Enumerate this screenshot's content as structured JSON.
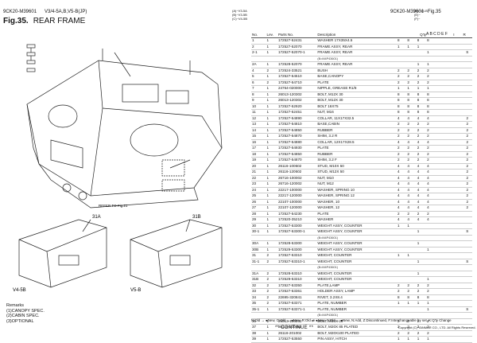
{
  "header": {
    "code_left": "9CK20-M39601",
    "models": "V3/4-5A,B,V5-B(JP)",
    "fig_no": "Fig.35.",
    "fig_title": "REAR FRAME",
    "code_right": "9CK20-M39601",
    "fig_right": "Fig.35",
    "legend_left": [
      "(A)~V3-5A",
      "(B)~V3-5B",
      "(C)~V4-5B"
    ],
    "legend_right": [
      "(D)~V5-B",
      "(E)~",
      "(F)~"
    ]
  },
  "illustration": {
    "labels": [
      "V4-5B",
      "V5-B",
      "31A",
      "31B",
      "REFER TO Fig.21"
    ]
  },
  "remarks": {
    "title": "Remarks",
    "lines": [
      "(1)CANOPY SPEC.",
      "(2)CABIN SPEC.",
      "(3)OPTIONAL"
    ]
  },
  "table": {
    "headers": [
      "No.",
      "Lev.",
      "Parts No.",
      "Description",
      "Q'ty",
      "I",
      "R"
    ],
    "qty_cols": "A B C D E F",
    "rows": [
      {
        "no": "1",
        "lev": "1",
        "pn": "172527-52431",
        "desc": "WASHER 17X35X4.5",
        "q": [
          "8",
          "8",
          "8",
          "8",
          "",
          ""
        ],
        "r": ""
      },
      {
        "no": "2",
        "lev": "1",
        "pn": "172527-52070",
        "desc": "FRAME ASSY, REAR",
        "q": [
          "1",
          "1",
          "1",
          "",
          "",
          ""
        ],
        "r": ""
      },
      {
        "no": "2-1",
        "lev": "1",
        "pn": "172527-52070-1",
        "desc": "FRAME ASSY, REAR",
        "q": [
          "",
          "",
          "",
          "1",
          "",
          ""
        ],
        "r": "S"
      },
      {
        "no": "",
        "lev": "",
        "pn": "",
        "desc": "(B=M4P43601)",
        "q": [
          "",
          "",
          "",
          "",
          "",
          ""
        ],
        "r": "",
        "note": true
      },
      {
        "no": "2A",
        "lev": "1",
        "pn": "172528-52070",
        "desc": "FRAME ASSY, REAR",
        "q": [
          "",
          "",
          "1",
          "1",
          "",
          ""
        ],
        "r": ""
      },
      {
        "no": "4",
        "lev": "2",
        "pn": "172524-33521",
        "desc": "BUSH",
        "q": [
          "2",
          "2",
          "2",
          "2",
          "",
          ""
        ],
        "r": ""
      },
      {
        "no": "5",
        "lev": "1",
        "pn": "172527-54510",
        "desc": "BASE,CANOPY",
        "q": [
          "2",
          "2",
          "2",
          "2",
          "",
          ""
        ],
        "r": ""
      },
      {
        "no": "6",
        "lev": "2",
        "pn": "172527-54710",
        "desc": "PLATE",
        "q": [
          "2",
          "2",
          "2",
          "2",
          "",
          ""
        ],
        "r": ""
      },
      {
        "no": "7",
        "lev": "1",
        "pn": "24764-020000",
        "desc": "NIPPLE, GREASE R1/8",
        "q": [
          "1",
          "1",
          "1",
          "1",
          "",
          ""
        ],
        "r": ""
      },
      {
        "no": "8",
        "lev": "1",
        "pn": "26013-120302",
        "desc": "BOLT, M12X 30",
        "q": [
          "8",
          "8",
          "8",
          "8",
          "",
          ""
        ],
        "r": ""
      },
      {
        "no": "9",
        "lev": "1",
        "pn": "26013-120302",
        "desc": "BOLT, M12X 30",
        "q": [
          "8",
          "8",
          "8",
          "8",
          "",
          ""
        ],
        "r": ""
      },
      {
        "no": "10",
        "lev": "1",
        "pn": "172527-52920",
        "desc": "BOLT 16X75",
        "q": [
          "8",
          "8",
          "8",
          "8",
          "",
          ""
        ],
        "r": ""
      },
      {
        "no": "11",
        "lev": "1",
        "pn": "172527-52451",
        "desc": "NUT, M16",
        "q": [
          "8",
          "8",
          "8",
          "8",
          "",
          ""
        ],
        "r": ""
      },
      {
        "no": "12",
        "lev": "1",
        "pn": "172527-54890",
        "desc": "COLLAR, 11X17X32.5",
        "q": [
          "4",
          "4",
          "4",
          "4",
          "",
          ""
        ],
        "r": "2"
      },
      {
        "no": "13",
        "lev": "1",
        "pn": "172527-54810",
        "desc": "BASE,CABIN",
        "q": [
          "2",
          "2",
          "2",
          "2",
          "",
          ""
        ],
        "r": "2"
      },
      {
        "no": "14",
        "lev": "1",
        "pn": "172527-54850",
        "desc": "RUBBER",
        "q": [
          "2",
          "2",
          "2",
          "2",
          "",
          ""
        ],
        "r": "2"
      },
      {
        "no": "15",
        "lev": "1",
        "pn": "172527-54870",
        "desc": "SHIM, 3.2 R",
        "q": [
          "2",
          "2",
          "2",
          "2",
          "",
          ""
        ],
        "r": "2"
      },
      {
        "no": "16",
        "lev": "1",
        "pn": "172527-54880",
        "desc": "COLLAR, 12X17X28.5",
        "q": [
          "4",
          "4",
          "4",
          "4",
          "",
          ""
        ],
        "r": "2"
      },
      {
        "no": "17",
        "lev": "1",
        "pn": "172527-54930",
        "desc": "PLATE",
        "q": [
          "2",
          "2",
          "2",
          "2",
          "",
          ""
        ],
        "r": "2"
      },
      {
        "no": "18",
        "lev": "1",
        "pn": "172527-54850",
        "desc": "RUBBER",
        "q": [
          "2",
          "2",
          "2",
          "2",
          "",
          ""
        ],
        "r": "2"
      },
      {
        "no": "19",
        "lev": "1",
        "pn": "172527-54870",
        "desc": "SHIM, 3.2 F",
        "q": [
          "2",
          "2",
          "2",
          "2",
          "",
          ""
        ],
        "r": "2"
      },
      {
        "no": "20",
        "lev": "1",
        "pn": "26116-100502",
        "desc": "STUD, M10X 50",
        "q": [
          "4",
          "4",
          "4",
          "4",
          "",
          ""
        ],
        "r": "2"
      },
      {
        "no": "21",
        "lev": "1",
        "pn": "26116-120502",
        "desc": "STUD, M12X 50",
        "q": [
          "4",
          "4",
          "4",
          "4",
          "",
          ""
        ],
        "r": "2"
      },
      {
        "no": "22",
        "lev": "1",
        "pn": "26716-100002",
        "desc": "NUT, M10",
        "q": [
          "4",
          "4",
          "4",
          "4",
          "",
          ""
        ],
        "r": "2"
      },
      {
        "no": "23",
        "lev": "1",
        "pn": "26716-120002",
        "desc": "NUT, M12",
        "q": [
          "4",
          "4",
          "4",
          "4",
          "",
          ""
        ],
        "r": "2"
      },
      {
        "no": "24",
        "lev": "1",
        "pn": "22217-100000",
        "desc": "WASHER, SPRING 10",
        "q": [
          "4",
          "4",
          "4",
          "4",
          "",
          ""
        ],
        "r": "2"
      },
      {
        "no": "25",
        "lev": "1",
        "pn": "22217-120000",
        "desc": "WASHER, SPRING 12",
        "q": [
          "4",
          "4",
          "4",
          "4",
          "",
          ""
        ],
        "r": "2"
      },
      {
        "no": "26",
        "lev": "1",
        "pn": "22107-100000",
        "desc": "WASHER, 10",
        "q": [
          "4",
          "4",
          "4",
          "4",
          "",
          ""
        ],
        "r": "2"
      },
      {
        "no": "27",
        "lev": "1",
        "pn": "22107-120000",
        "desc": "WASHER, 12",
        "q": [
          "4",
          "4",
          "4",
          "4",
          "",
          ""
        ],
        "r": "2"
      },
      {
        "no": "28",
        "lev": "1",
        "pn": "172527-54230",
        "desc": "PLATE",
        "q": [
          "2",
          "2",
          "2",
          "2",
          "",
          ""
        ],
        "r": ""
      },
      {
        "no": "29",
        "lev": "1",
        "pn": "172520-35210",
        "desc": "WASHER",
        "q": [
          "4",
          "4",
          "4",
          "4",
          "",
          ""
        ],
        "r": ""
      },
      {
        "no": "30",
        "lev": "1",
        "pn": "172527-53300",
        "desc": "WEIGHT ASSY, COUNTER",
        "q": [
          "1",
          "1",
          "",
          "",
          "",
          ""
        ],
        "r": ""
      },
      {
        "no": "30-1",
        "lev": "1",
        "pn": "172527-53300-1",
        "desc": "WEIGHT ASSY, COUNTER",
        "q": [
          "",
          "",
          "1",
          "",
          "",
          ""
        ],
        "r": "S"
      },
      {
        "no": "",
        "lev": "",
        "pn": "",
        "desc": "(B=M4P43601)",
        "q": [
          "",
          "",
          "",
          "",
          "",
          ""
        ],
        "r": "",
        "note": true
      },
      {
        "no": "30A",
        "lev": "1",
        "pn": "172528-53300",
        "desc": "WEIGHT ASSY, COUNTER",
        "q": [
          "",
          "",
          "1",
          "",
          "",
          ""
        ],
        "r": ""
      },
      {
        "no": "30B",
        "lev": "1",
        "pn": "172529-53300",
        "desc": "WEIGHT ASSY, COUNTER",
        "q": [
          "",
          "",
          "",
          "1",
          "",
          ""
        ],
        "r": ""
      },
      {
        "no": "31",
        "lev": "2",
        "pn": "172527-53310",
        "desc": "WEIGHT, COUNTER",
        "q": [
          "1",
          "1",
          "",
          "",
          "",
          ""
        ],
        "r": ""
      },
      {
        "no": "31-1",
        "lev": "2",
        "pn": "172527-53310-1",
        "desc": "WEIGHT, COUNTER",
        "q": [
          "",
          "",
          "1",
          "",
          "",
          ""
        ],
        "r": "S"
      },
      {
        "no": "",
        "lev": "",
        "pn": "",
        "desc": "(B=M4P43601)",
        "q": [
          "",
          "",
          "",
          "",
          "",
          ""
        ],
        "r": "",
        "note": true
      },
      {
        "no": "31A",
        "lev": "2",
        "pn": "172528-53310",
        "desc": "WEIGHT, COUNTER",
        "q": [
          "",
          "",
          "1",
          "",
          "",
          ""
        ],
        "r": ""
      },
      {
        "no": "31B",
        "lev": "2",
        "pn": "172529-53310",
        "desc": "WEIGHT, COUNTER",
        "q": [
          "",
          "",
          "",
          "1",
          "",
          ""
        ],
        "r": ""
      },
      {
        "no": "32",
        "lev": "2",
        "pn": "172527-53350",
        "desc": "PLATE,LAMP",
        "q": [
          "2",
          "2",
          "2",
          "2",
          "",
          ""
        ],
        "r": ""
      },
      {
        "no": "33",
        "lev": "2",
        "pn": "172527-53361",
        "desc": "HOLDER ASSY, LAMP",
        "q": [
          "2",
          "2",
          "2",
          "2",
          "",
          ""
        ],
        "r": ""
      },
      {
        "no": "34",
        "lev": "2",
        "pn": "22695-320841",
        "desc": "RIVET, 3.2X8.4",
        "q": [
          "8",
          "8",
          "8",
          "8",
          "",
          ""
        ],
        "r": ""
      },
      {
        "no": "35",
        "lev": "2",
        "pn": "172527-53371",
        "desc": "PLATE, NUMBER",
        "q": [
          "1",
          "1",
          "1",
          "1",
          "",
          ""
        ],
        "r": ""
      },
      {
        "no": "35-1",
        "lev": "1",
        "pn": "172527-53371-1",
        "desc": "PLATE, NUMBER",
        "q": [
          "",
          "",
          "",
          "1",
          "",
          ""
        ],
        "r": "S"
      },
      {
        "no": "",
        "lev": "",
        "pn": "",
        "desc": "(B=M4P43601)",
        "q": [
          "",
          "",
          "",
          "",
          "",
          ""
        ],
        "r": "",
        "note": true
      },
      {
        "no": "36",
        "lev": "1",
        "pn": "26013-100202",
        "desc": "BOLT, M10X 20",
        "q": [
          "2",
          "2",
          "2",
          "2",
          "",
          ""
        ],
        "r": ""
      },
      {
        "no": "37",
        "lev": "1",
        "pn": "26116-200852",
        "desc": "BOLT, M20X 85 PLATED",
        "q": [
          "2",
          "2",
          "2",
          "2",
          "",
          ""
        ],
        "r": ""
      },
      {
        "no": "38",
        "lev": "1",
        "pn": "26116-201002",
        "desc": "BOLT, M20X100 PLATED",
        "q": [
          "2",
          "2",
          "2",
          "2",
          "",
          ""
        ],
        "r": ""
      },
      {
        "no": "39",
        "lev": "1",
        "pn": "172527-53550",
        "desc": "PIN ASSY, HITCH",
        "q": [
          "1",
          "1",
          "1",
          "1",
          "",
          ""
        ],
        "r": ""
      }
    ]
  },
  "footer": {
    "legend": "N:Old → ●New, O:Old → ●New, R:Old ⇄ ●New, S:Old → ●New, N:Add, Z:Discontinued, F:Interchangeable by set, K:Q'ty Change",
    "continue": "** CONTINUE **",
    "copyright": "Copyright (C) YANMAR CO., LTD. All Rights Reserved."
  }
}
